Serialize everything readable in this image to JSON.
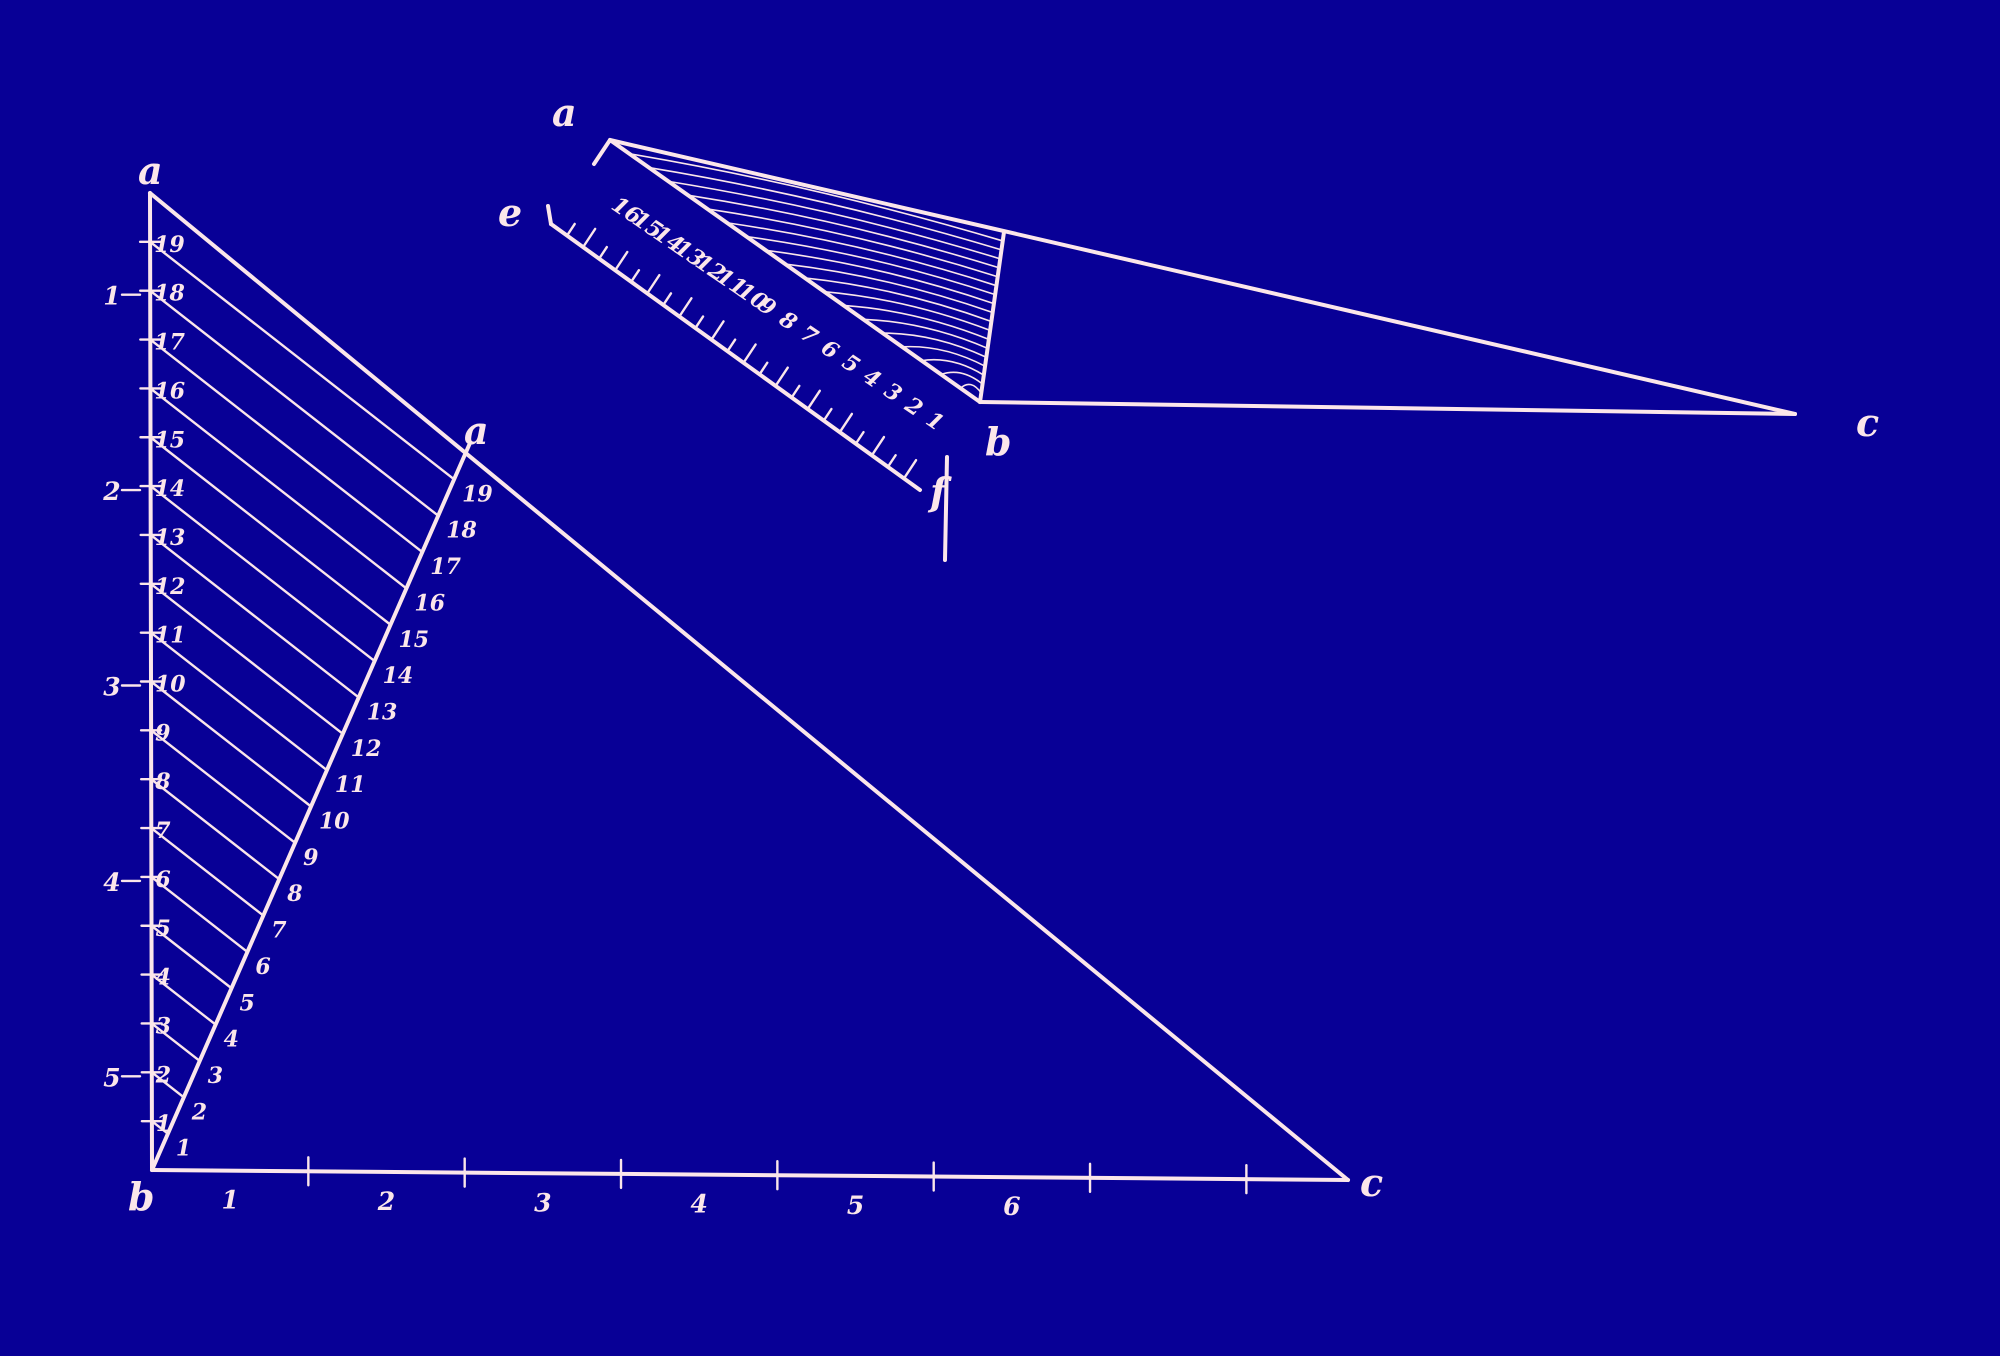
{
  "figure_left": {
    "vertex_a_top": "a",
    "vertex_a_mid": "a",
    "vertex_b": "b",
    "vertex_c": "c",
    "left_scale_major": [
      "1",
      "2",
      "3",
      "4",
      "5"
    ],
    "left_scale_minor": [
      "1",
      "2",
      "3",
      "4",
      "5",
      "6",
      "7",
      "8",
      "9",
      "10",
      "11",
      "12",
      "13",
      "14",
      "15",
      "16",
      "17",
      "18",
      "19"
    ],
    "diag_scale": [
      "1",
      "2",
      "3",
      "4",
      "5",
      "6",
      "7",
      "8",
      "9",
      "10",
      "11",
      "12",
      "13",
      "14",
      "15",
      "16",
      "17",
      "18",
      "19"
    ],
    "base_scale": [
      "1",
      "2",
      "3",
      "4",
      "5",
      "6"
    ]
  },
  "figure_right": {
    "vertex_a": "a",
    "vertex_b": "b",
    "vertex_c": "c",
    "vertex_e": "e",
    "vertex_f": "f",
    "scale": [
      "16",
      "15",
      "14",
      "13",
      "12",
      "11",
      "10",
      "9",
      "8",
      "7",
      "6",
      "5",
      "4",
      "3",
      "2",
      "1"
    ]
  }
}
